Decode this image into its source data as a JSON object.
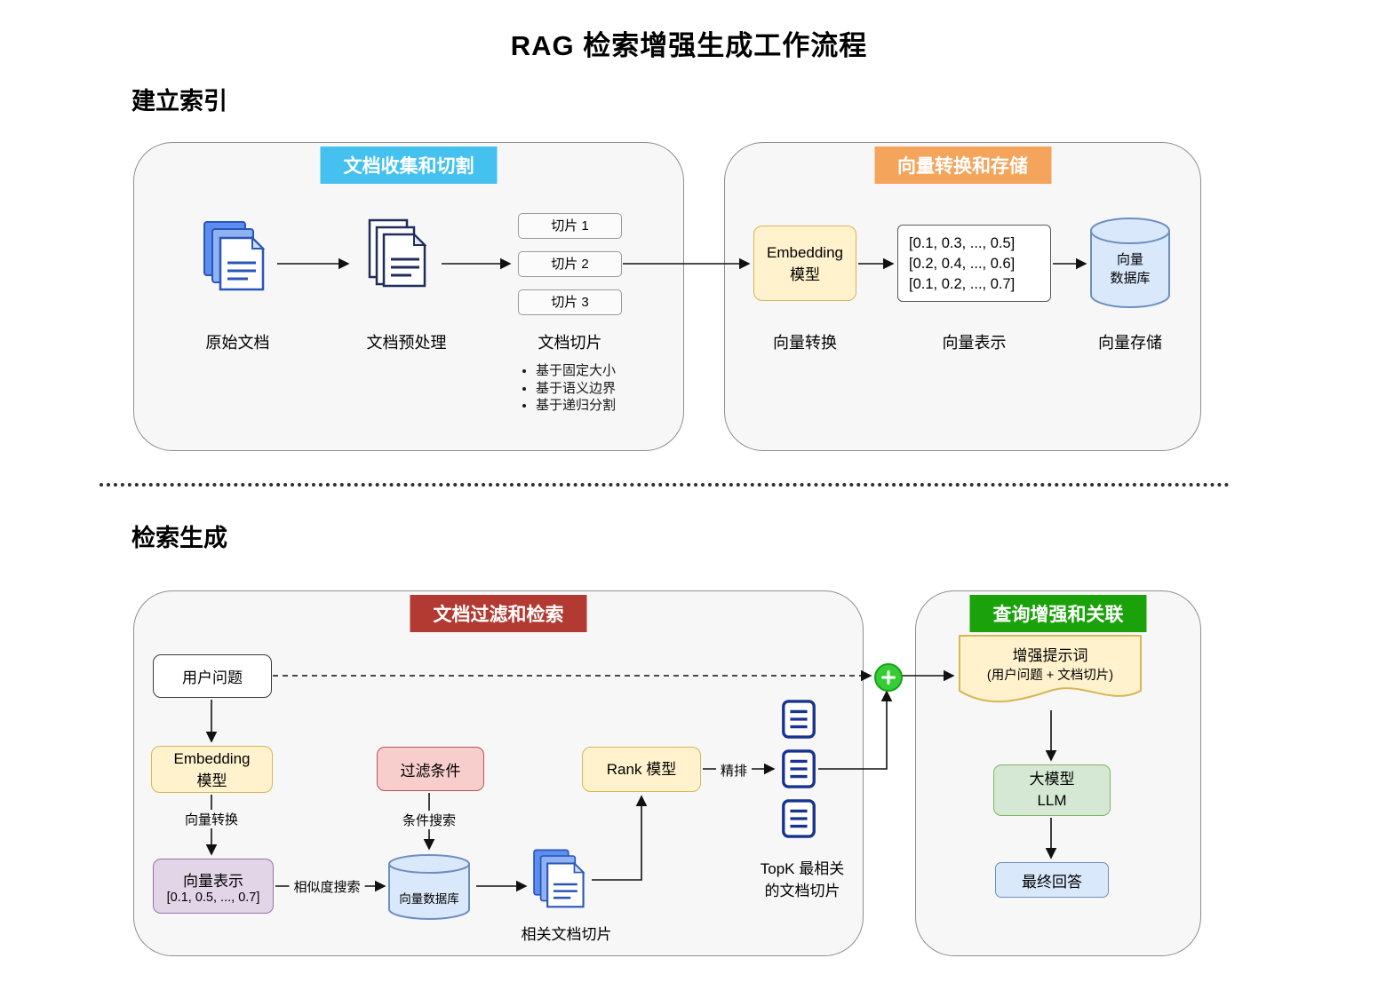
{
  "colors": {
    "header-collect": "#45c1f0",
    "header-vector": "#f5a45c",
    "header-filter": "#b23a32",
    "header-augment": "#1ba20a",
    "merge-node": "#35cc35",
    "yellow-bg": "#fff2cc",
    "yellow-border": "#d6b656",
    "purple-bg": "#e1d5e7",
    "purple-border": "#9673a6",
    "pink-bg": "#f8cecc",
    "pink-border": "#b85450",
    "green-bg": "#d5e8d4",
    "green-border": "#82b366",
    "blue-bg": "#dae8fc",
    "blue-border": "#6c8ebf"
  },
  "title": "RAG 检索增强生成工作流程",
  "indexing": {
    "heading": "建立索引",
    "collect": {
      "header": "文档收集和切割",
      "raw_docs": "原始文档",
      "preprocess": "文档预处理",
      "slices_label": "文档切片",
      "slices": [
        "切片 1",
        "切片 2",
        "切片 3"
      ],
      "bullets": [
        "基于固定大小",
        "基于语义边界",
        "基于递归分割"
      ]
    },
    "vector": {
      "header": "向量转换和存储",
      "embedding": {
        "line1": "Embedding",
        "line2": "模型"
      },
      "convert_label": "向量转换",
      "vectors": [
        "[0.1, 0.3, ..., 0.5]",
        "[0.2, 0.4, ..., 0.6]",
        "[0.1, 0.2, ..., 0.7]"
      ],
      "represent_label": "向量表示",
      "db": {
        "line1": "向量",
        "line2": "数据库"
      },
      "store_label": "向量存储"
    }
  },
  "retrieval": {
    "heading": "检索生成",
    "filter": {
      "header": "文档过滤和检索",
      "user_question": "用户问题",
      "embedding": {
        "line1": "Embedding",
        "line2": "模型"
      },
      "convert_label": "向量转换",
      "vector_repr": {
        "line1": "向量表示",
        "line2": "[0.1, 0.5, ..., 0.7]"
      },
      "similarity_label": "相似度搜索",
      "filter_condition": "过滤条件",
      "condition_label": "条件搜索",
      "vector_db": "向量数据库",
      "related_docs_label": "相关文档切片",
      "rank_model": "Rank 模型",
      "rerank_label": "精排",
      "topk": {
        "line1": "TopK 最相关",
        "line2": "的文档切片"
      }
    },
    "augment": {
      "header": "查询增强和关联",
      "prompt": {
        "line1": "增强提示词",
        "line2": "(用户问题 + 文档切片)"
      },
      "llm": {
        "line1": "大模型",
        "line2": "LLM"
      },
      "answer": "最终回答"
    }
  }
}
